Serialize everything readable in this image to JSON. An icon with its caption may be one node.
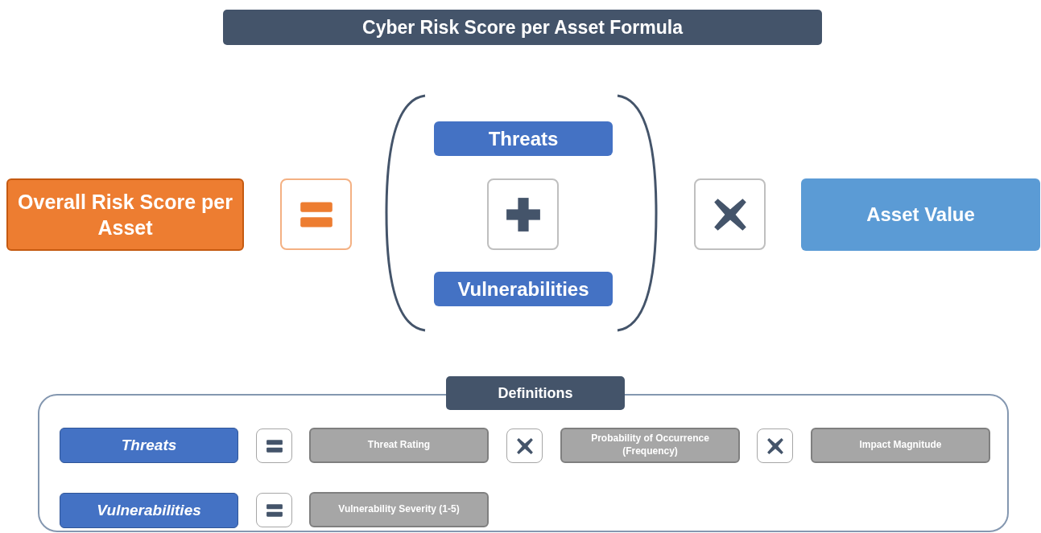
{
  "diagram": {
    "title": "Cyber Risk Score per Asset Formula",
    "nodes": [
      {
        "text": [
          "Overall Risk Score per Asset"
        ]
      },
      {
        "text": [],
        "shape": "box"
      },
      {
        "text": [
          "Threats"
        ]
      },
      {
        "text": [],
        "shape": "box"
      },
      {
        "text": [
          "Vulnerabilities"
        ]
      },
      {
        "text": [],
        "shape": "box"
      },
      {
        "text": [
          "Asset Value"
        ]
      },
      {
        "text": [
          "Definitions"
        ]
      },
      {
        "text": [
          "Threats"
        ],
        "in": 7
      },
      {
        "text": [],
        "shape": "box",
        "in": 7
      },
      {
        "text": [
          "Threat Rating"
        ],
        "in": 7
      },
      {
        "text": [],
        "shape": "box",
        "in": 7
      },
      {
        "text": [
          "Probability of Occurrence (Frequency)"
        ],
        "in": 7
      },
      {
        "text": [],
        "shape": "box",
        "in": 7
      },
      {
        "text": [
          "Impact Magnitude"
        ],
        "in": 7
      },
      {
        "text": [
          "Vulnerabilities"
        ],
        "in": 7
      },
      {
        "text": [],
        "shape": "box",
        "in": 7
      },
      {
        "text": [
          "Vulnerability Severity (1-5)"
        ],
        "in": 7
      }
    ],
    "edges": []
  }
}
